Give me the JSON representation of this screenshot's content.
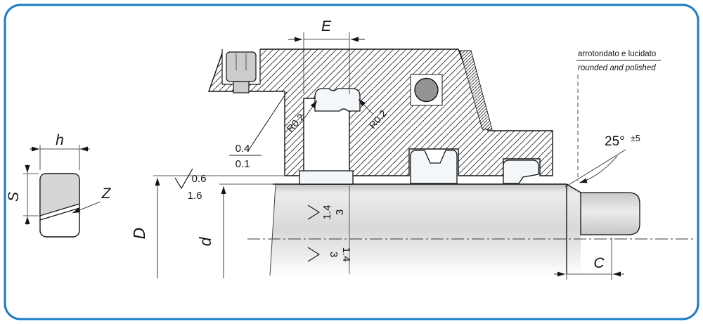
{
  "colors": {
    "border": "#1a7dc4"
  },
  "left_seal": {
    "height_label": "h",
    "thickness_label": "S",
    "cut_label": "Z"
  },
  "groove": {
    "width_label": "E",
    "corner_radius_left": "R0.2",
    "corner_radius_right": "R0.2"
  },
  "bore_tolerance": {
    "upper": "0.4",
    "lower": "0.1"
  },
  "bore_roughness": {
    "upper": "0.6",
    "lower": "1.6"
  },
  "diameters": {
    "bore": "D",
    "shaft": "d"
  },
  "shaft_roughness_above": {
    "first": "1.4",
    "second": "3"
  },
  "shaft_roughness_below": {
    "first": "3",
    "second": "1.4"
  },
  "chamfer": {
    "angle": "25°",
    "angle_tolerance": "±5",
    "length_label": "C"
  },
  "edge_note": {
    "italian": "arrotondato e lucidato",
    "english": "rounded and polished"
  }
}
